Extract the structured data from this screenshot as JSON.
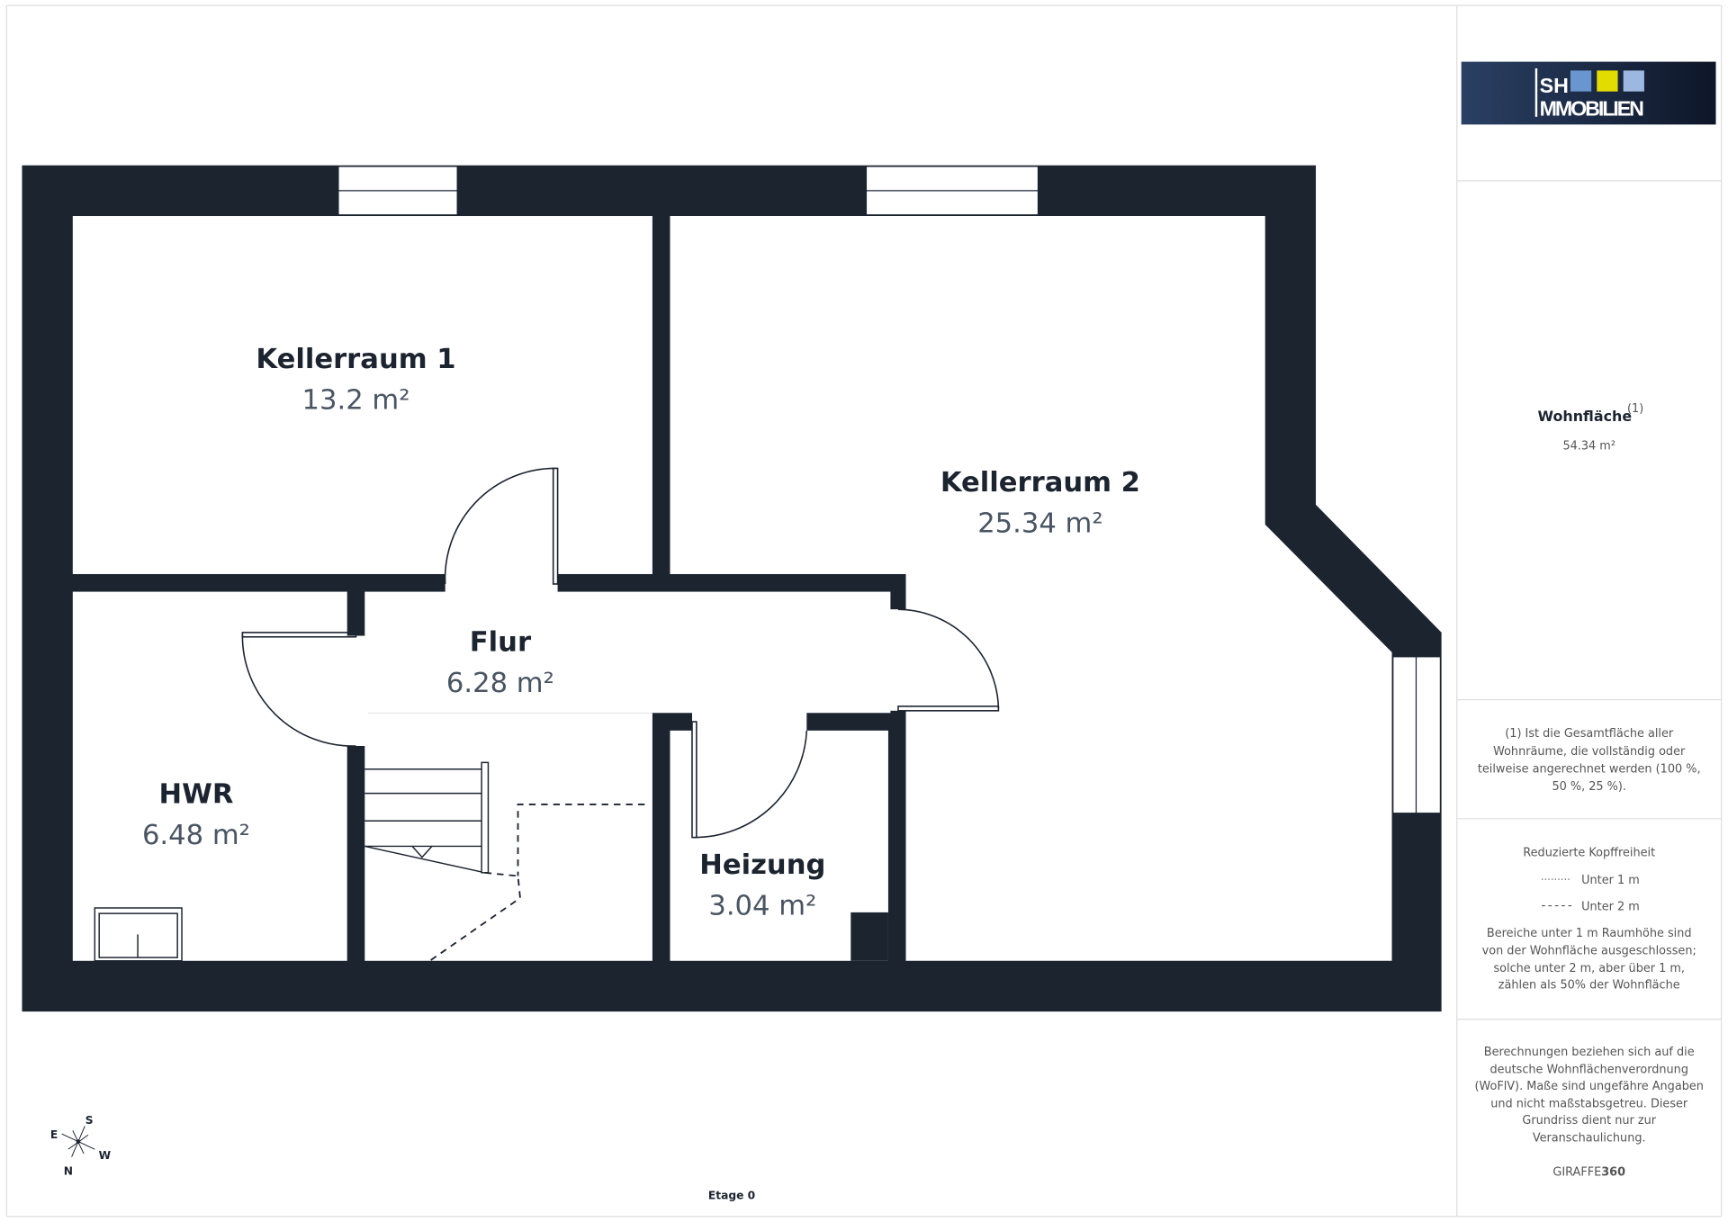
{
  "logo": {
    "text_top": "SH",
    "text_bottom": "MMOBILIEN",
    "colors": [
      "#6a96cf",
      "#e3dc00",
      "#9db8e0"
    ]
  },
  "panel": {
    "wohnflaeche_label": "Wohnfläche",
    "wohnflaeche_sup": "(1)",
    "wohnflaeche_value": "54.34 m²",
    "footnote": [
      "(1) Ist die Gesamtfläche aller",
      "Wohnräume, die vollständig oder",
      "teilweise angerechnet werden (100 %,",
      "50 %, 25 %)."
    ],
    "legend_title": "Reduzierte Kopffreiheit",
    "legend_1m": "Unter 1 m",
    "legend_2m": "Unter 2 m",
    "legend_note": [
      "Bereiche unter 1 m Raumhöhe sind",
      "von der Wohnfläche ausgeschlossen;",
      "solche unter 2 m, aber über 1 m,",
      "zählen als 50% der Wohnfläche"
    ],
    "disclaimer": [
      "Berechnungen beziehen sich auf die",
      "deutsche Wohnflächenverordnung",
      "(WoFlV). Maße sind ungefähre Angaben",
      "und nicht maßstabsgetreu. Dieser",
      "Grundriss dient nur zur",
      "Veranschaulichung."
    ],
    "brand_a": "GIRAFFE",
    "brand_b": "360"
  },
  "rooms": [
    {
      "name": "Kellerraum 1",
      "area": "13.2 m²"
    },
    {
      "name": "Kellerraum 2",
      "area": "25.34 m²"
    },
    {
      "name": "Flur",
      "area": "6.28 m²"
    },
    {
      "name": "HWR",
      "area": "6.48 m²"
    },
    {
      "name": "Heizung",
      "area": "3.04 m²"
    }
  ],
  "compass": {
    "n": "N",
    "s": "S",
    "e": "E",
    "w": "W"
  },
  "floor_label": "Etage 0",
  "colors": {
    "wall": "#1c2430",
    "text_muted": "#4a5563"
  }
}
